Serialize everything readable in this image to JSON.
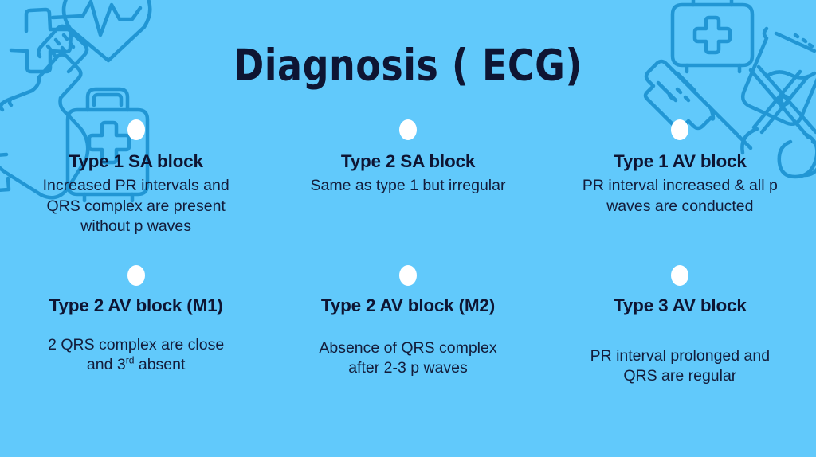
{
  "slide": {
    "title": "Diagnosis ( ECG)",
    "background_color": "#61c9fb",
    "text_color": "#0e1533",
    "bullet_color": "#ffffff",
    "artwork_color": "#2196d4"
  },
  "decor_icons": [
    "medical-cross-icon",
    "heart-ecg-icon",
    "pill-bottle-icon",
    "first-aid-kit-icon",
    "flask-icon",
    "syringe-icon",
    "scissors-icon"
  ],
  "cards": [
    {
      "id": "type-1-sa-block",
      "title": "Type 1 SA block",
      "body": "Increased PR intervals and QRS complex are present without p waves"
    },
    {
      "id": "type-2-sa-block",
      "title": "Type 2 SA block",
      "body": "Same as type 1 but irregular"
    },
    {
      "id": "type-1-av-block",
      "title": "Type 1 AV block",
      "body": "PR interval increased & all p waves are conducted"
    },
    {
      "id": "type-2-av-block-m1",
      "title": "Type 2 AV block (M1)",
      "body_pre": "2 QRS complex are close and 3",
      "body_sup": "rd",
      "body_post": " absent"
    },
    {
      "id": "type-2-av-block-m2",
      "title": "Type 2 AV block (M2)",
      "body": "Absence of QRS complex after 2-3 p waves"
    },
    {
      "id": "type-3-av-block",
      "title": "Type 3 AV block",
      "body": "PR interval prolonged and QRS are regular"
    }
  ]
}
